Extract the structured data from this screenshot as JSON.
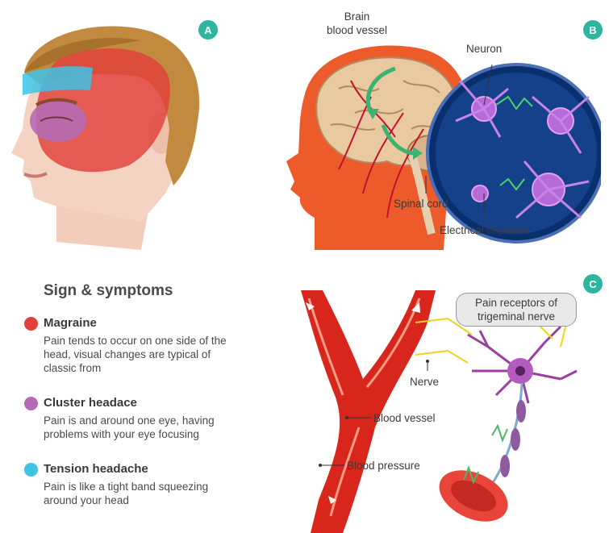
{
  "badges": {
    "a": "A",
    "b": "B",
    "c": "C"
  },
  "panel_b": {
    "brain_vessel_line1": "Brain",
    "brain_vessel_line2": "blood vessel",
    "neuron": "Neuron",
    "spinal_cord": "Spinal cord",
    "electrical_impulses": "Electrical impulses"
  },
  "panel_c": {
    "pain_receptors_line1": "Pain receptors of",
    "pain_receptors_line2": "trigeminal nerve",
    "nerve": "Nerve",
    "blood_vessel": "Blood vessel",
    "blood_pressure": "Blood pressure"
  },
  "legend": {
    "title": "Sign & symptoms",
    "items": [
      {
        "name": "Magraine",
        "color": "#e2403a",
        "description": "Pain tends to occur on one side of the head, visual changes are typical of classic from"
      },
      {
        "name": "Cluster headace",
        "color": "#b56bb5",
        "description": "Pain is and around one eye, having problems with your eye focusing"
      },
      {
        "name": "Tension headache",
        "color": "#3ec3e6",
        "description": "Pain is like a tight band squeezing around your head"
      }
    ]
  },
  "colors": {
    "accent": "#2db5a0",
    "migraine": "#e2403a",
    "cluster": "#b56bb5",
    "tension": "#3ec3e6"
  }
}
